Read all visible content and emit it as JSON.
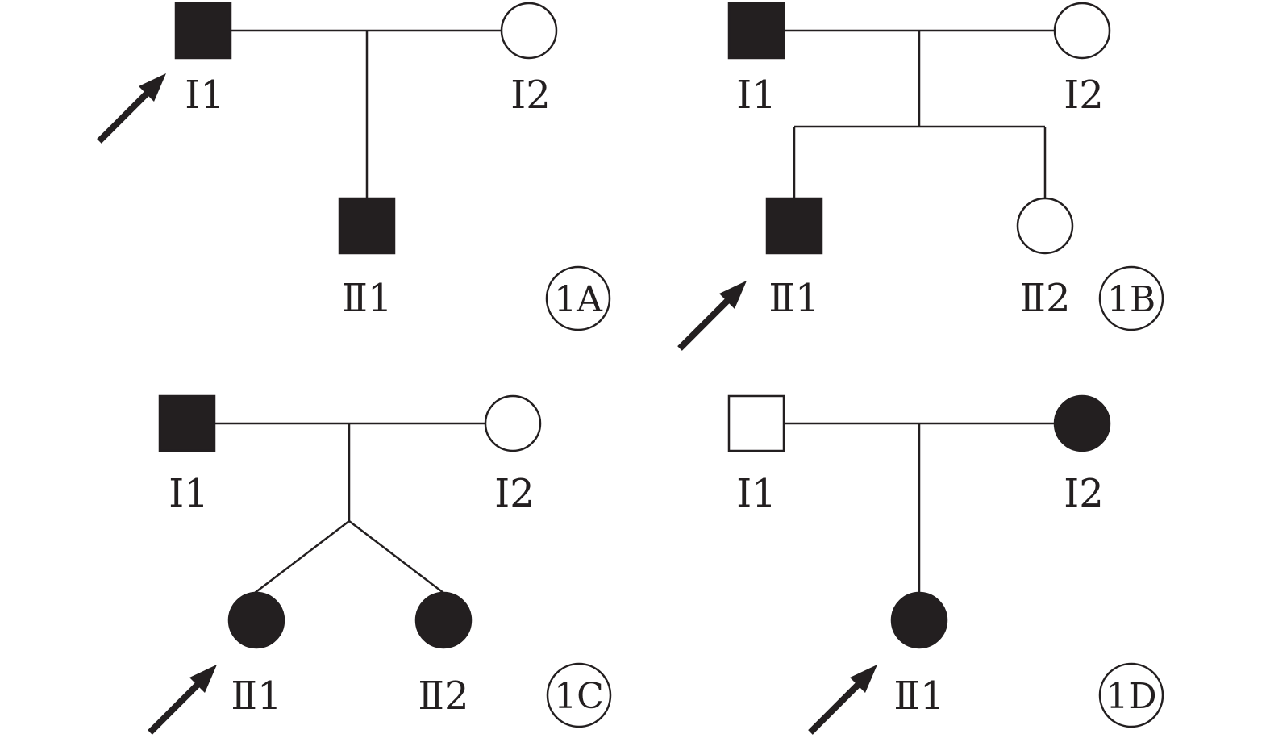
{
  "colors": {
    "stroke": "#231f20",
    "affected_fill": "#231f20",
    "unaffected_fill": "#ffffff"
  },
  "legend_semantics": {
    "square": "male",
    "circle": "female",
    "filled": "affected",
    "open": "unaffected",
    "arrow": "proband"
  },
  "panels": [
    {
      "label": "1A",
      "individuals": [
        {
          "label": "Ⅰ1",
          "sex": "male",
          "affected": true,
          "proband": true
        },
        {
          "label": "Ⅰ2",
          "sex": "female",
          "affected": false,
          "proband": false
        },
        {
          "label": "Ⅱ1",
          "sex": "male",
          "affected": true,
          "proband": false
        }
      ]
    },
    {
      "label": "1B",
      "individuals": [
        {
          "label": "Ⅰ1",
          "sex": "male",
          "affected": true,
          "proband": false
        },
        {
          "label": "Ⅰ2",
          "sex": "female",
          "affected": false,
          "proband": false
        },
        {
          "label": "Ⅱ1",
          "sex": "male",
          "affected": true,
          "proband": true
        },
        {
          "label": "Ⅱ2",
          "sex": "female",
          "affected": false,
          "proband": false
        }
      ]
    },
    {
      "label": "1C",
      "twins": true,
      "individuals": [
        {
          "label": "Ⅰ1",
          "sex": "male",
          "affected": true,
          "proband": false
        },
        {
          "label": "Ⅰ2",
          "sex": "female",
          "affected": false,
          "proband": false
        },
        {
          "label": "Ⅱ1",
          "sex": "female",
          "affected": true,
          "proband": true
        },
        {
          "label": "Ⅱ2",
          "sex": "female",
          "affected": true,
          "proband": false
        }
      ]
    },
    {
      "label": "1D",
      "individuals": [
        {
          "label": "Ⅰ1",
          "sex": "male",
          "affected": false,
          "proband": false
        },
        {
          "label": "Ⅰ2",
          "sex": "female",
          "affected": true,
          "proband": false
        },
        {
          "label": "Ⅱ1",
          "sex": "female",
          "affected": true,
          "proband": true
        }
      ]
    }
  ]
}
